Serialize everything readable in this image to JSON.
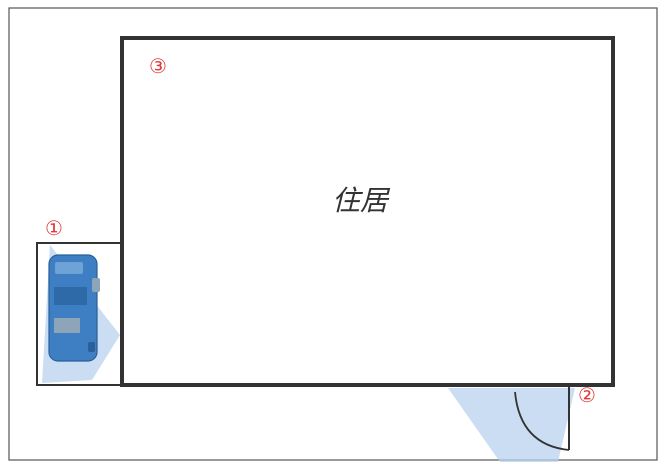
{
  "colors": {
    "wall": "#333333",
    "frame": "#555555",
    "marker": "#e03a3a",
    "camera_view": "#b8d2ee",
    "car_body": "#3e7ec2",
    "car_dark": "#2a5f9a",
    "car_glass": "#8ea4b8"
  },
  "rooms": {
    "residence_label": "住居"
  },
  "markers": {
    "m1": "①",
    "m2": "②",
    "m3": "③"
  },
  "icons": {
    "car": "car-icon",
    "door": "door-swing-icon"
  }
}
